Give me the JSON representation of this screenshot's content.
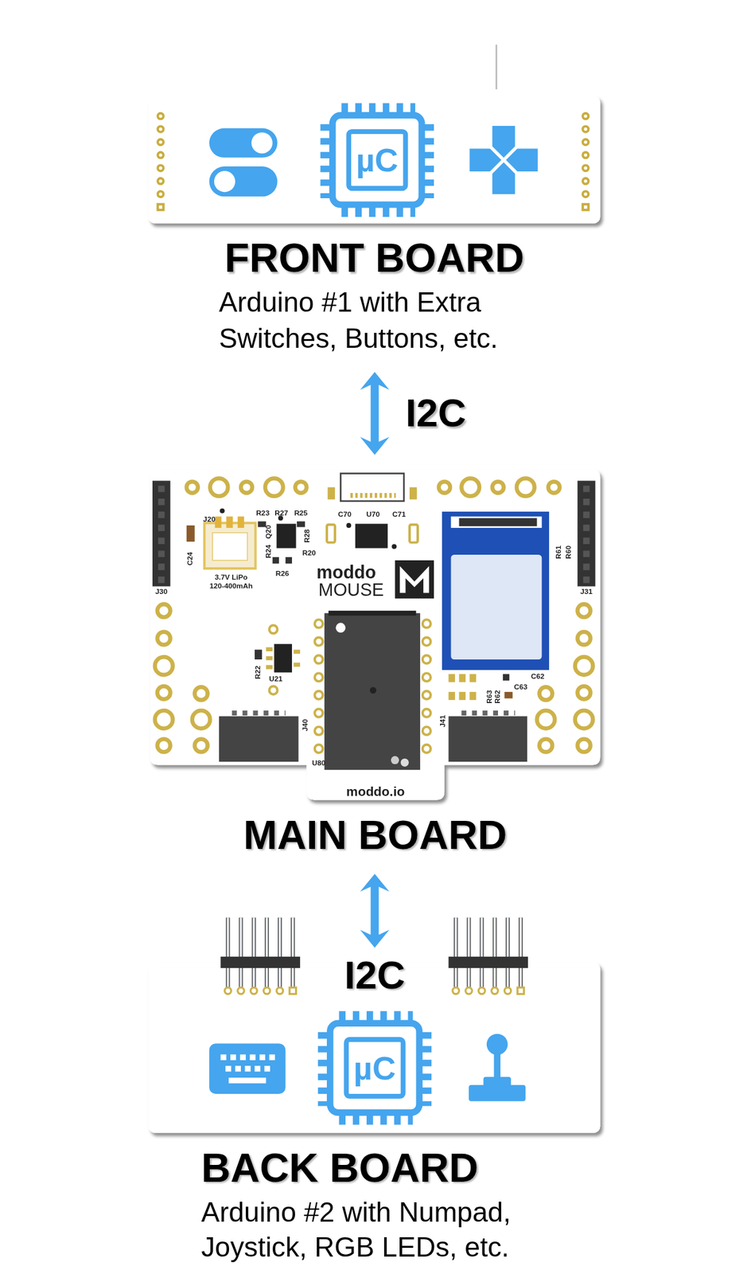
{
  "diagram": {
    "nodes": [
      {
        "text": [
          "FRONT BOARD",
          "Arduino #1 with Extra Switches, Buttons, etc."
        ]
      },
      {
        "text": [
          "MAIN BOARD"
        ]
      },
      {
        "text": [
          "BACK BOARD",
          "Arduino #2 with Numpad, Joystick, RGB LEDs, etc."
        ]
      }
    ],
    "edges": [
      {
        "from": 0,
        "to": 1,
        "arrow": "both",
        "label": "I2C"
      },
      {
        "from": 1,
        "to": 2,
        "arrow": "both",
        "label": "I2C"
      }
    ],
    "labels": [
      "µC",
      "J20",
      "R23",
      "R27",
      "R25",
      "C70",
      "U70",
      "C71",
      "C24",
      "Q20",
      "R24",
      "R28",
      "R20",
      "R26",
      "3.7V LiPo",
      "120-400mAh",
      "moddo",
      "MOUSE",
      "J30",
      "J31",
      "R61",
      "R60",
      "R22",
      "U21",
      "C62",
      "R63",
      "R62",
      "C63",
      "J40",
      "J41",
      "U80",
      "moddo.io",
      "µC"
    ]
  }
}
